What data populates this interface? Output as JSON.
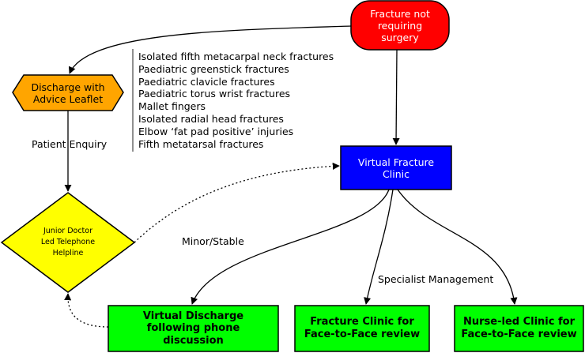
{
  "nodes": {
    "fracture_not_surgery": {
      "text": "Fracture not requiring surgery",
      "fill": "#ff0000",
      "text_color": "#ffffff"
    },
    "discharge_leaflet": {
      "text": "Discharge with Advice Leaflet",
      "fill": "#ffa500",
      "text_color": "#000000"
    },
    "virtual_fracture_clinic": {
      "text": "Virtual Fracture Clinic",
      "fill": "#0000ff",
      "text_color": "#ffffff"
    },
    "telephone_helpline": {
      "text": "Junior Doctor Led Telephone Helpline",
      "fill": "#ffff00",
      "text_color": "#000000"
    },
    "virtual_discharge": {
      "text": "Virtual Discharge following phone discussion",
      "fill": "#00ff00",
      "text_color": "#000000"
    },
    "fracture_clinic": {
      "text": "Fracture Clinic for Face-to-Face review",
      "fill": "#00ff00",
      "text_color": "#000000"
    },
    "nurse_clinic": {
      "text": "Nurse-led Clinic for Face-to-Face review",
      "fill": "#00ff00",
      "text_color": "#000000"
    }
  },
  "injury_list": [
    "Isolated fifth metacarpal neck fractures",
    "Paediatric greenstick fractures",
    "Paediatric clavicle fractures",
    "Paediatric torus wrist fractures",
    "Mallet fingers",
    "Isolated radial head fractures",
    "Elbow ‘fat pad positive’ injuries",
    "Fifth metatarsal fractures"
  ],
  "edge_labels": {
    "patient_enquiry": "Patient Enquiry",
    "minor_stable": "Minor/Stable",
    "specialist_management": "Specialist Management"
  }
}
